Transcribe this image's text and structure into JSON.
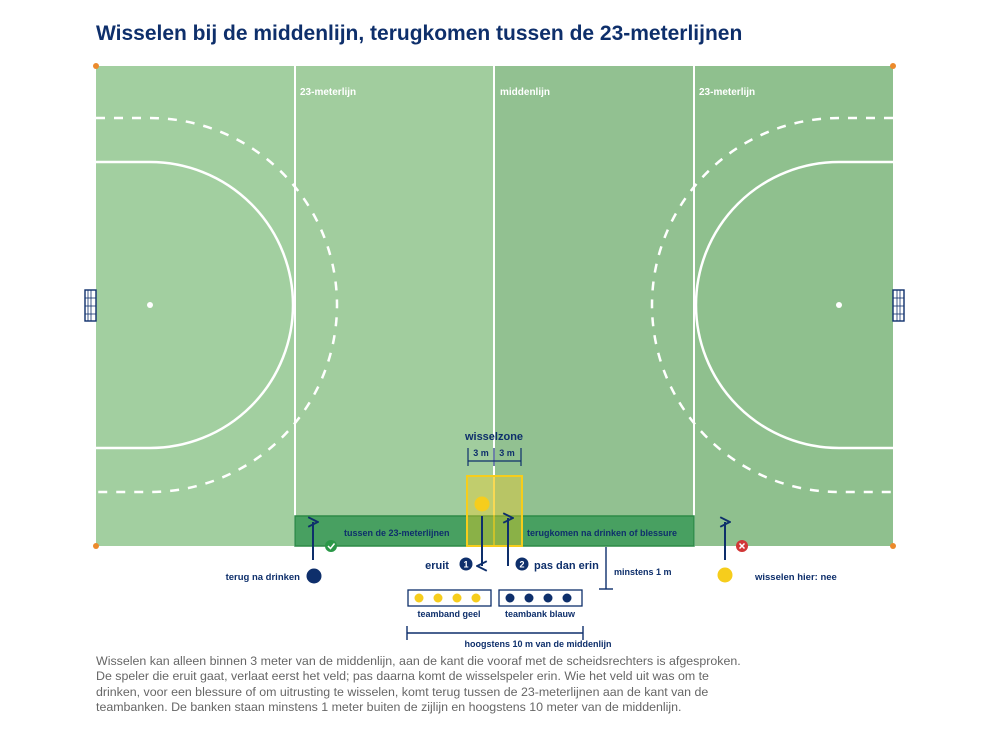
{
  "title": "Wisselen bij de middenlijn, terugkomen tussen de 23-meterlijnen",
  "field": {
    "label_23_left": "23-meterlijn",
    "label_middle": "middenlijn",
    "label_23_right": "23-meterlijn"
  },
  "zone": {
    "title": "wisselzone",
    "width_left": "3 m",
    "width_right": "3 m"
  },
  "band": {
    "left_label": "tussen de 23-meterlijnen",
    "right_label": "terugkomen na drinken of blessure"
  },
  "steps": {
    "one_number": "1",
    "one_label": "eruit",
    "two_number": "2",
    "two_label": "pas dan erin"
  },
  "left_note": "terug na drinken",
  "right_note": "wisselen hier: nee",
  "min_distance": "minstens 1 m",
  "benches": {
    "yellow": "teamband geel",
    "blue": "teambank blauw",
    "max_distance": "hoogstens 10 m van de middenlijn"
  },
  "caption": "Wisselen kan alleen binnen 3 meter van de middenlijn, aan de kant die vooraf met de scheidsrechters is afgesproken. De speler die eruit gaat, verlaat eerst het veld; pas daarna komt de wisselspeler erin. Wie het veld uit was om te drinken, voor een blessure of om uitrusting te wisselen, komt terug tussen de 23-meterlijnen aan de kant van de teambanken. De banken staan minstens 1 meter buiten de zijlijn en hoogstens 10 meter van de middenlijn.",
  "colors": {
    "field_light": "#a2cfa0",
    "field_mid": "#93c393",
    "band": "#48a061",
    "navy": "#0e2f6b",
    "yellow": "#f6cd1c",
    "orange": "#ec8a2c",
    "check": "#2b9848",
    "cross": "#d13636"
  },
  "icons": [
    "goal-icon",
    "check-icon",
    "cross-icon",
    "arrow-up-icon",
    "arrow-down-icon"
  ]
}
